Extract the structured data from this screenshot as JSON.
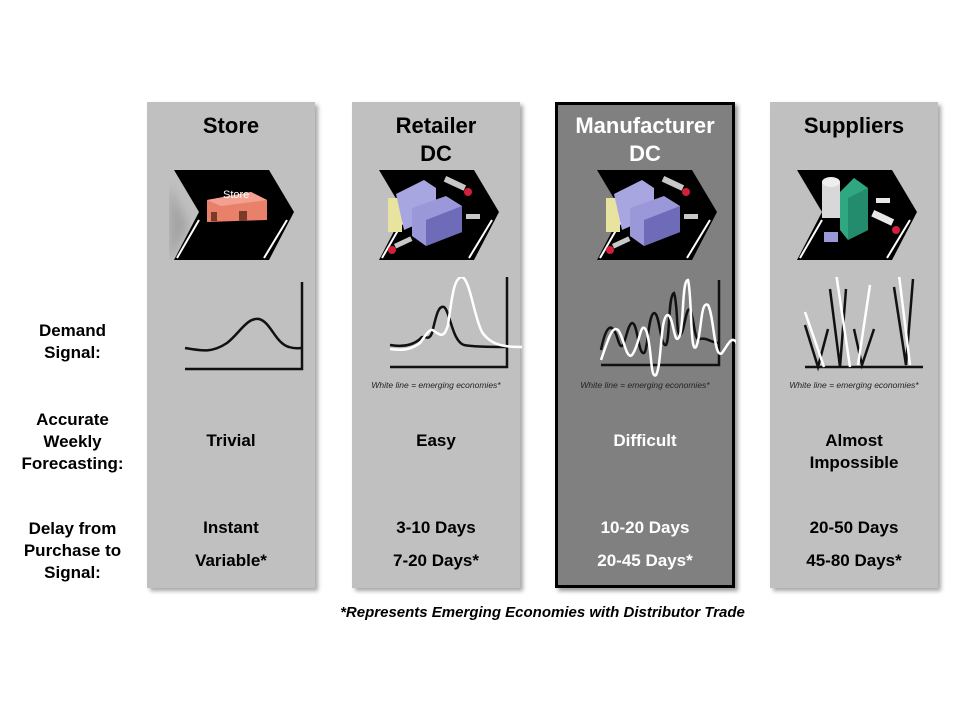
{
  "row_labels": {
    "demand_signal": [
      "Demand",
      "Signal:"
    ],
    "forecasting": [
      "Accurate",
      "Weekly",
      "Forecasting:"
    ],
    "delay": [
      "Delay from",
      "Purchase to",
      "Signal:"
    ]
  },
  "columns": [
    {
      "title": [
        "Store"
      ],
      "icon": "store-building-icon",
      "icon_label": "Store",
      "highlight": false,
      "signal_note": "",
      "forecasting": [
        "Trivial"
      ],
      "delay": "Instant",
      "delay_emerging": "Variable*"
    },
    {
      "title": [
        "Retailer",
        "DC"
      ],
      "icon": "distribution-center-icon",
      "highlight": false,
      "signal_note": "White line = emerging economies*",
      "forecasting": [
        "Easy"
      ],
      "delay": "3-10 Days",
      "delay_emerging": "7-20 Days*"
    },
    {
      "title": [
        "Manufacturer",
        "DC"
      ],
      "icon": "distribution-center-icon",
      "highlight": true,
      "signal_note": "White line = emerging economies*",
      "forecasting": [
        "Difficult"
      ],
      "delay": "10-20 Days",
      "delay_emerging": "20-45 Days*"
    },
    {
      "title": [
        "Suppliers"
      ],
      "icon": "factory-silo-icon",
      "highlight": false,
      "signal_note": "White line = emerging economies*",
      "forecasting": [
        "Almost",
        "Impossible"
      ],
      "delay": "20-50 Days",
      "delay_emerging": "45-80 Days*"
    }
  ],
  "footnote": "*Represents Emerging Economies with Distributor Trade",
  "colors": {
    "panel": "#c0c0c0",
    "panel_highlight": "#808080",
    "store": "#e8806a",
    "dc_building": "#9a98d8",
    "supplier_building": "#2fa882",
    "truck_cab": "#d0203a"
  }
}
